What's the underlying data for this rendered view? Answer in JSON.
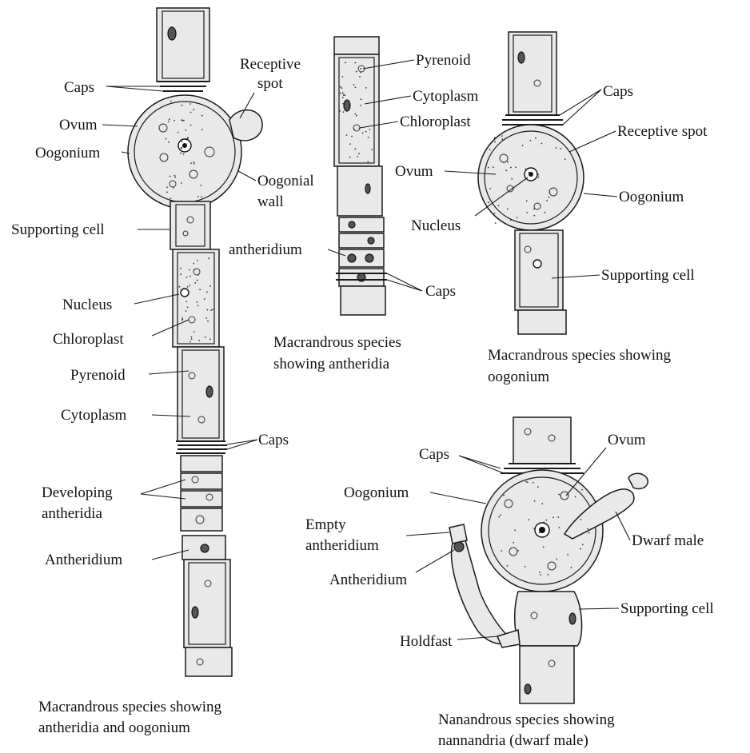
{
  "figures": [
    {
      "caption_lines": [
        "Macrandrous species showing",
        "antheridia and oogonium"
      ],
      "labels": {
        "caps": "Caps",
        "receptive_spot_1": "Receptive",
        "receptive_spot_2": "spot",
        "ovum": "Ovum",
        "oogonium": "Oogonium",
        "oogonial_wall_1": "Oogonial",
        "oogonial_wall_2": "wall",
        "supporting_cell": "Supporting cell",
        "nucleus": "Nucleus",
        "chloroplast": "Chloroplast",
        "pyrenoid": "Pyrenoid",
        "cytoplasm": "Cytoplasm",
        "caps_lower": "Caps",
        "developing_antheridia_1": "Developing",
        "developing_antheridia_2": "antheridia",
        "antheridium": "Antheridium"
      }
    },
    {
      "caption_lines": [
        "Macrandrous species",
        "showing antheridia"
      ],
      "labels": {
        "pyrenoid": "Pyrenoid",
        "cytoplasm": "Cytoplasm",
        "chloroplast": "Chloroplast",
        "antheridium": "antheridium",
        "caps": "Caps"
      }
    },
    {
      "caption_lines": [
        "Macrandrous species showing",
        "oogonium"
      ],
      "labels": {
        "caps": "Caps",
        "receptive_spot": "Receptive spot",
        "ovum": "Ovum",
        "oogonium": "Oogonium",
        "nucleus": "Nucleus",
        "supporting_cell": "Supporting cell"
      }
    },
    {
      "caption_lines": [
        "Nanandrous species showing",
        "nannandria (dwarf male)"
      ],
      "labels": {
        "caps": "Caps",
        "ovum": "Ovum",
        "oogonium": "Oogonium",
        "empty_antheridium_1": "Empty",
        "empty_antheridium_2": "antheridium",
        "antheridium": "Antheridium",
        "dwarf_male": "Dwarf male",
        "supporting_cell": "Supporting cell",
        "holdfast": "Holdfast"
      }
    }
  ]
}
